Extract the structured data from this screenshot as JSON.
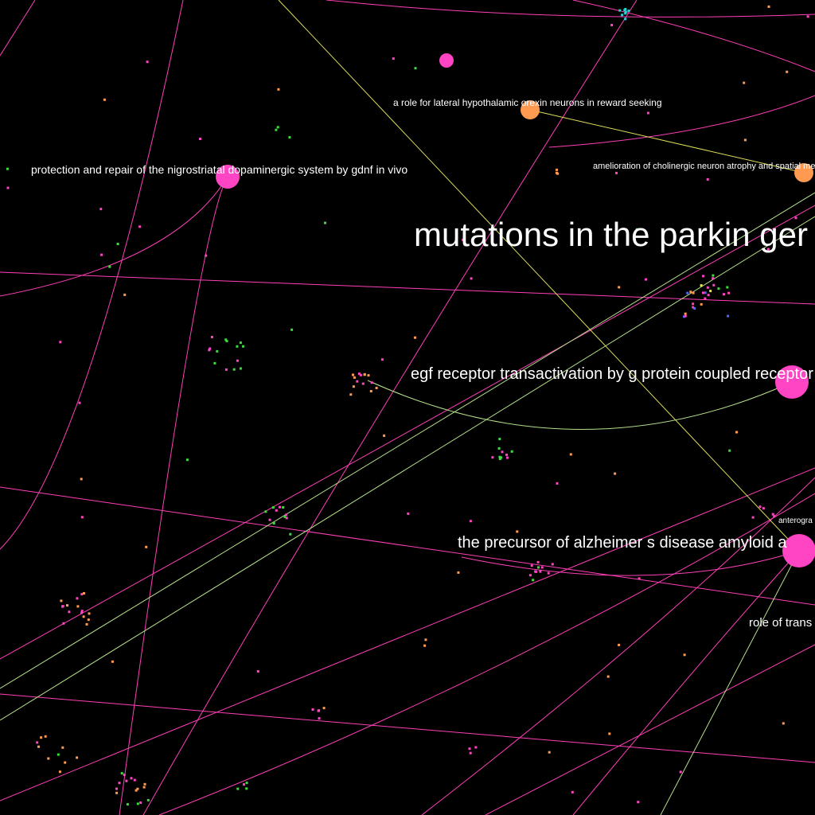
{
  "graph": {
    "background": "#000000",
    "palette": {
      "pink": "#ff44c4",
      "orange": "#ff9a50",
      "yellow": "#e9e94a",
      "green": "#3ddc3d",
      "cyan": "#22d6d6",
      "blue": "#4a6aff",
      "edge_pink": "#ff3fb8",
      "edge_yellow": "#dcdc5a",
      "edge_green": "#b6e08a"
    },
    "labeled_nodes": [
      {
        "id": "orexin",
        "label": "a role for lateral hypothalamic orexin neurons in reward seeking",
        "color": "orange"
      },
      {
        "id": "gdnf",
        "label": "protection and repair of the nigrostriatal dopaminergic system by gdnf in vivo",
        "color": "pink"
      },
      {
        "id": "cholinergic",
        "label": "amelioration of cholinergic neuron atrophy and spatial mem",
        "color": "orange"
      },
      {
        "id": "parkin",
        "label": "mutations in the parkin ger",
        "color": "pink"
      },
      {
        "id": "egf",
        "label": "egf receptor transactivation by g protein coupled receptor",
        "color": "pink"
      },
      {
        "id": "anterograde",
        "label": "anterogra",
        "color": "pink"
      },
      {
        "id": "alzheimer",
        "label": "the precursor of alzheimer s disease amyloid a",
        "color": "pink"
      },
      {
        "id": "transport",
        "label": "role of trans",
        "color": "pink"
      }
    ],
    "unlabeled_nodes": [
      {
        "id": "hub-top",
        "color": "pink"
      }
    ]
  }
}
